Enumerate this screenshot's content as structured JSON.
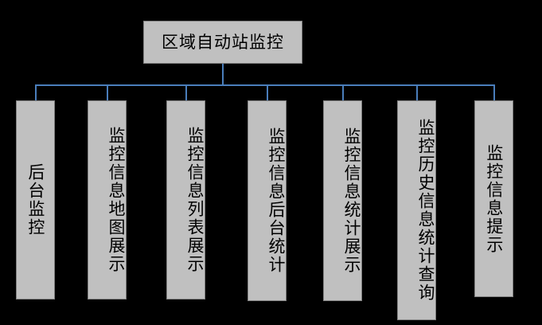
{
  "diagram": {
    "type": "hierarchy-tree",
    "orientation": "top-down",
    "background_color": "#000000",
    "node_fill_color": "#c0c0c0",
    "node_border_color": "#7f7f7f",
    "connector_color": "#4a7ebb",
    "text_color": "#000000",
    "root": {
      "label": "区域自动站监控"
    },
    "children": [
      {
        "label": "后台监控"
      },
      {
        "label": "监控信息地图展示"
      },
      {
        "label": "监控信息列表展示"
      },
      {
        "label": "监控信息后台统计"
      },
      {
        "label": "监控信息统计展示"
      },
      {
        "label": "监控历史信息统计查询"
      },
      {
        "label": "监控信息提示"
      }
    ]
  }
}
